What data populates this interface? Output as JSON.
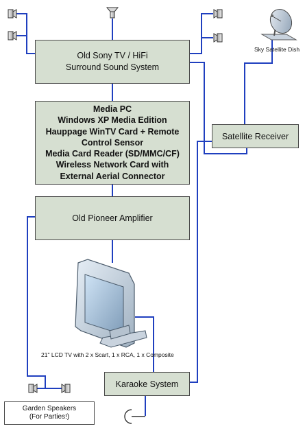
{
  "boxes": {
    "tv": "Old Sony TV / HiFi\nSurround Sound System",
    "pc": "Media PC\nWindows XP Media Edition\nHauppage WinTV Card + Remote\nControl Sensor\nMedia Card Reader (SD/MMC/CF)\nWireless Network Card with\nExternal Aerial Connector",
    "amp": "Old Pioneer Amplifier",
    "satellite_receiver": "Satellite Receiver",
    "karaoke": "Karaoke System",
    "garden_speakers": "Garden Speakers\n(For Parties!)"
  },
  "labels": {
    "dish": "Sky Satellite Dish",
    "lcd": "21\" LCD TV with 2 x Scart, 1 x RCA, 1 x Composite"
  },
  "colors": {
    "wire": "#1f3fbf",
    "box_fill": "#d6dfd1",
    "box_border": "#4a4a4a"
  }
}
